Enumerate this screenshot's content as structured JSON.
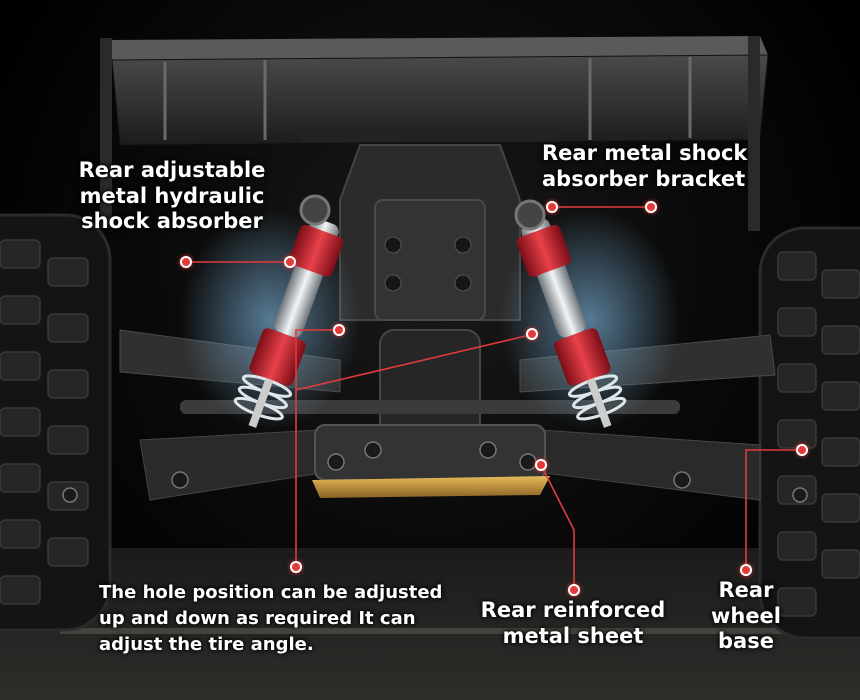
{
  "colors": {
    "background": "#000000",
    "accent": "#e23b3b",
    "text": "#ffffff",
    "chassis": "#3a3a3a",
    "shock": "#c81e2a",
    "spring": "#cfd6dc",
    "plate": "#c99a3a"
  },
  "callouts": {
    "rear_shock": {
      "lines": [
        "Rear adjustable",
        "metal hydraulic",
        "shock absorber"
      ]
    },
    "shock_bracket": {
      "lines": [
        "Rear metal shock",
        "absorber bracket"
      ]
    },
    "hole_position": {
      "lines": [
        "The hole position can be adjusted",
        "up and down as required It can",
        "adjust the tire angle."
      ]
    },
    "metal_sheet": {
      "lines": [
        "Rear reinforced",
        "metal sheet"
      ]
    },
    "wheel_base": {
      "lines": [
        "Rear wheel",
        "base"
      ]
    }
  }
}
